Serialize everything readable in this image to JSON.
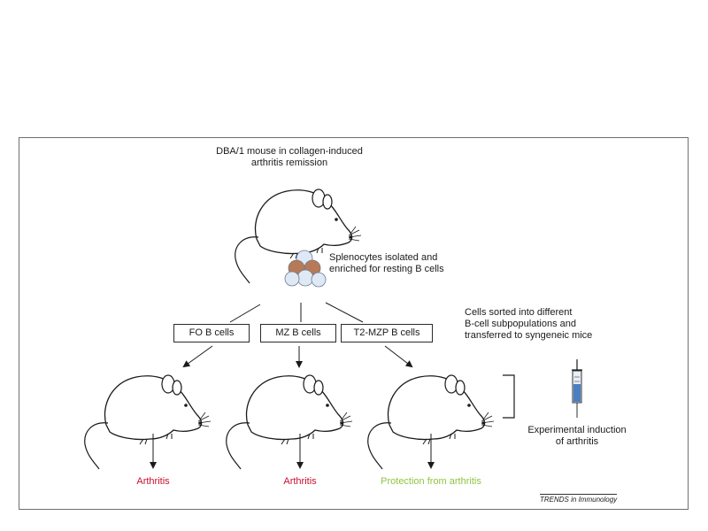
{
  "donor": {
    "caption_line1": "DBA/1 mouse in collagen-induced",
    "caption_line2": "arthritis remission"
  },
  "splenocytes": {
    "caption_line1": "Splenocytes isolated and",
    "caption_line2": "enriched for resting B cells"
  },
  "sorting": {
    "caption_line1": "Cells sorted into different",
    "caption_line2": "B-cell subpopulations and",
    "caption_line3": "transferred to syngeneic mice"
  },
  "subsets": [
    {
      "label": "FO B cells",
      "outcome": "Arthritis",
      "outcome_color": "#c8102e"
    },
    {
      "label": "MZ B cells",
      "outcome": "Arthritis",
      "outcome_color": "#c8102e"
    },
    {
      "label": "T2-MZP B cells",
      "outcome": "Protection from arthritis",
      "outcome_color": "#8dc63f"
    }
  ],
  "induction": {
    "caption_line1": "Experimental induction",
    "caption_line2": "of arthritis"
  },
  "credit": {
    "label": "TRENDS in Immunology"
  },
  "colors": {
    "cell_brown": "#b87a56",
    "cell_blue": "#dfe9f5",
    "syringe_blue": "#4a7fc1",
    "line": "#1a1a1a"
  }
}
